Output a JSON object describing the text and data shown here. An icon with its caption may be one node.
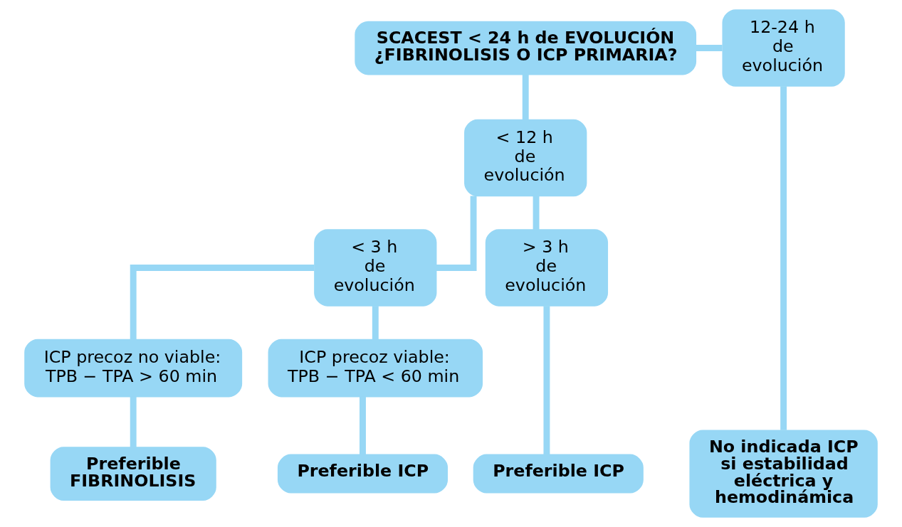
{
  "diagram": {
    "nodes": [
      {
        "text": [
          "SCACEST < 24 h de EVOLUCIÓN ¿FIBRINOLISIS O ICP PRIMARIA?"
        ]
      },
      {
        "text": [
          "12-24 h de evolución"
        ]
      },
      {
        "text": [
          "< 12 h de evolución"
        ]
      },
      {
        "text": [
          "< 3 h de evolución"
        ]
      },
      {
        "text": [
          "> 3 h de evolución"
        ]
      },
      {
        "text": [
          "ICP precoz no viable: TPB − TPA > 60 min"
        ]
      },
      {
        "text": [
          "ICP precoz viable: TPB − TPA < 60 min"
        ]
      },
      {
        "text": [
          "Preferible FIBRINOLISIS"
        ]
      },
      {
        "text": [
          "Preferible ICP"
        ]
      },
      {
        "text": [
          "Preferible ICP"
        ]
      },
      {
        "text": [
          "No indicada ICP si estabilidad eléctrica y hemodinámica"
        ]
      }
    ],
    "edges": [
      {
        "from": 0,
        "to": 1,
        "arrow": "none"
      },
      {
        "from": 0,
        "to": 2,
        "arrow": "none"
      },
      {
        "from": 2,
        "to": 3,
        "arrow": "none"
      },
      {
        "from": 2,
        "to": 4,
        "arrow": "none"
      },
      {
        "from": 3,
        "to": 5,
        "arrow": "none"
      },
      {
        "from": 3,
        "to": 6,
        "arrow": "none"
      },
      {
        "from": 5,
        "to": 7,
        "arrow": "none"
      },
      {
        "from": 6,
        "to": 8,
        "arrow": "none"
      },
      {
        "from": 4,
        "to": 9,
        "arrow": "none"
      },
      {
        "from": 1,
        "to": 10,
        "arrow": "none"
      }
    ]
  }
}
